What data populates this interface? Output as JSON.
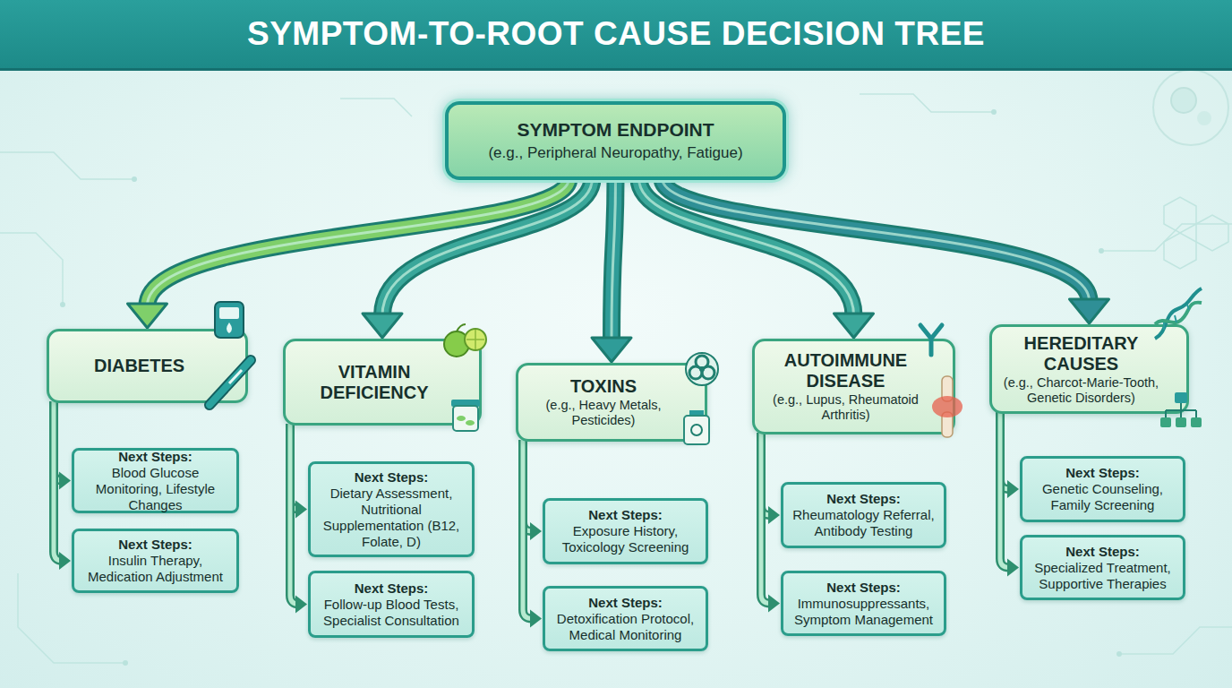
{
  "diagram": {
    "title": "SYMPTOM-TO-ROOT CAUSE DECISION TREE",
    "nodes": [
      {
        "text": [
          "SYMPTOM ENDPOINT",
          "(e.g., Peripheral Neuropathy, Fatigue)"
        ]
      },
      {
        "text": [
          "DIABETES"
        ]
      },
      {
        "text": [
          "VITAMIN DEFICIENCY"
        ]
      },
      {
        "text": [
          "TOXINS",
          "(e.g., Heavy Metals, Pesticides)"
        ]
      },
      {
        "text": [
          "AUTOIMMUNE DISEASE",
          "(e.g., Lupus, Rheumatoid Arthritis)"
        ]
      },
      {
        "text": [
          "HEREDITARY CAUSES",
          "(e.g., Charcot-Marie-Tooth, Genetic Disorders)"
        ]
      },
      {
        "text": [
          "Next Steps:",
          "Blood Glucose Monitoring, Lifestyle Changes"
        ]
      },
      {
        "text": [
          "Next Steps:",
          "Insulin Therapy, Medication Adjustment"
        ]
      },
      {
        "text": [
          "Next Steps:",
          "Dietary Assessment, Nutritional Supplementation (B12, Folate, D)"
        ]
      },
      {
        "text": [
          "Next Steps:",
          "Follow-up Blood Tests, Specialist Consultation"
        ]
      },
      {
        "text": [
          "Next Steps:",
          "Exposure History, Toxicology Screening"
        ]
      },
      {
        "text": [
          "Next Steps:",
          "Detoxification Protocol, Medical Monitoring"
        ]
      },
      {
        "text": [
          "Next Steps:",
          "Rheumatology Referral, Antibody Testing"
        ]
      },
      {
        "text": [
          "Next Steps:",
          "Immunosuppressants, Symptom Management"
        ]
      },
      {
        "text": [
          "Next Steps:",
          "Genetic Counseling, Family Screening"
        ]
      },
      {
        "text": [
          "Next Steps:",
          "Specialized Treatment, Supportive Therapies"
        ]
      }
    ],
    "edges": [
      {
        "from": 0,
        "to": 1,
        "arrow": "to"
      },
      {
        "from": 0,
        "to": 2,
        "arrow": "to"
      },
      {
        "from": 0,
        "to": 3,
        "arrow": "to"
      },
      {
        "from": 0,
        "to": 4,
        "arrow": "to"
      },
      {
        "from": 0,
        "to": 5,
        "arrow": "to"
      },
      {
        "from": 1,
        "to": 6,
        "arrow": "to"
      },
      {
        "from": 1,
        "to": 7,
        "arrow": "to"
      },
      {
        "from": 2,
        "to": 8,
        "arrow": "to"
      },
      {
        "from": 2,
        "to": 9,
        "arrow": "to"
      },
      {
        "from": 3,
        "to": 10,
        "arrow": "to"
      },
      {
        "from": 3,
        "to": 11,
        "arrow": "to"
      },
      {
        "from": 4,
        "to": 12,
        "arrow": "to"
      },
      {
        "from": 4,
        "to": 13,
        "arrow": "to"
      },
      {
        "from": 5,
        "to": 14,
        "arrow": "to"
      },
      {
        "from": 5,
        "to": 15,
        "arrow": "to"
      }
    ]
  }
}
